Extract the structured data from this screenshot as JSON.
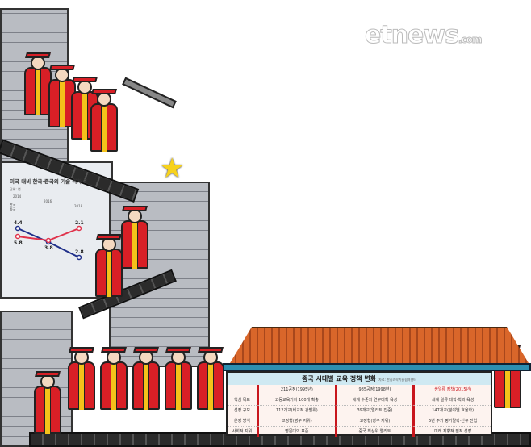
{
  "logo": {
    "text": "etnews",
    "suffix": ".com"
  },
  "chart_data": {
    "type": "line",
    "title": "미국 대비 한국·중국의 기술 격차 추이",
    "unit": "단위: 년",
    "categories": [
      "2014",
      "2016",
      "2018"
    ],
    "series": [
      {
        "name": "한국",
        "color": "#1f2f8a",
        "values": [
          4.4,
          3.8,
          2.8
        ]
      },
      {
        "name": "중국",
        "color": "#e0324b",
        "values": [
          5.8,
          3.8,
          2.1
        ]
      }
    ],
    "labels": [
      "4.4",
      "5.8",
      "3.8",
      "2.1",
      "2.8"
    ]
  },
  "table": {
    "title": "중국 시대별 교육 정책 변화",
    "source": "자료: 한중과학기술협력센터",
    "columns": [
      "211공정(1995년)",
      "985공정(1998년)",
      "쌍일류 정책(2015년)"
    ],
    "rows": [
      {
        "label": "핵심 목표",
        "cells": [
          "고등교육기지 100개 확충",
          "세계 수준의 연구대학 육성",
          "세계 일류 대학·학과 육성"
        ]
      },
      {
        "label": "선정 규모",
        "cells": [
          "112개교(비교적 광범위)",
          "39개교(엘리트 집중)",
          "147개교(분야별 효율화)"
        ]
      },
      {
        "label": "운영 방식",
        "cells": [
          "고정형(영구 지위)",
          "고정형(영구 지위)",
          "5년 주기 평가탈락·신규 진입"
        ]
      },
      {
        "label": "사회적 지위",
        "cells": [
          "명문대의 표준",
          "중국 최상위 엘리트",
          "미래 지향적 질적 성장"
        ]
      }
    ],
    "highlight": "#c8161d"
  }
}
